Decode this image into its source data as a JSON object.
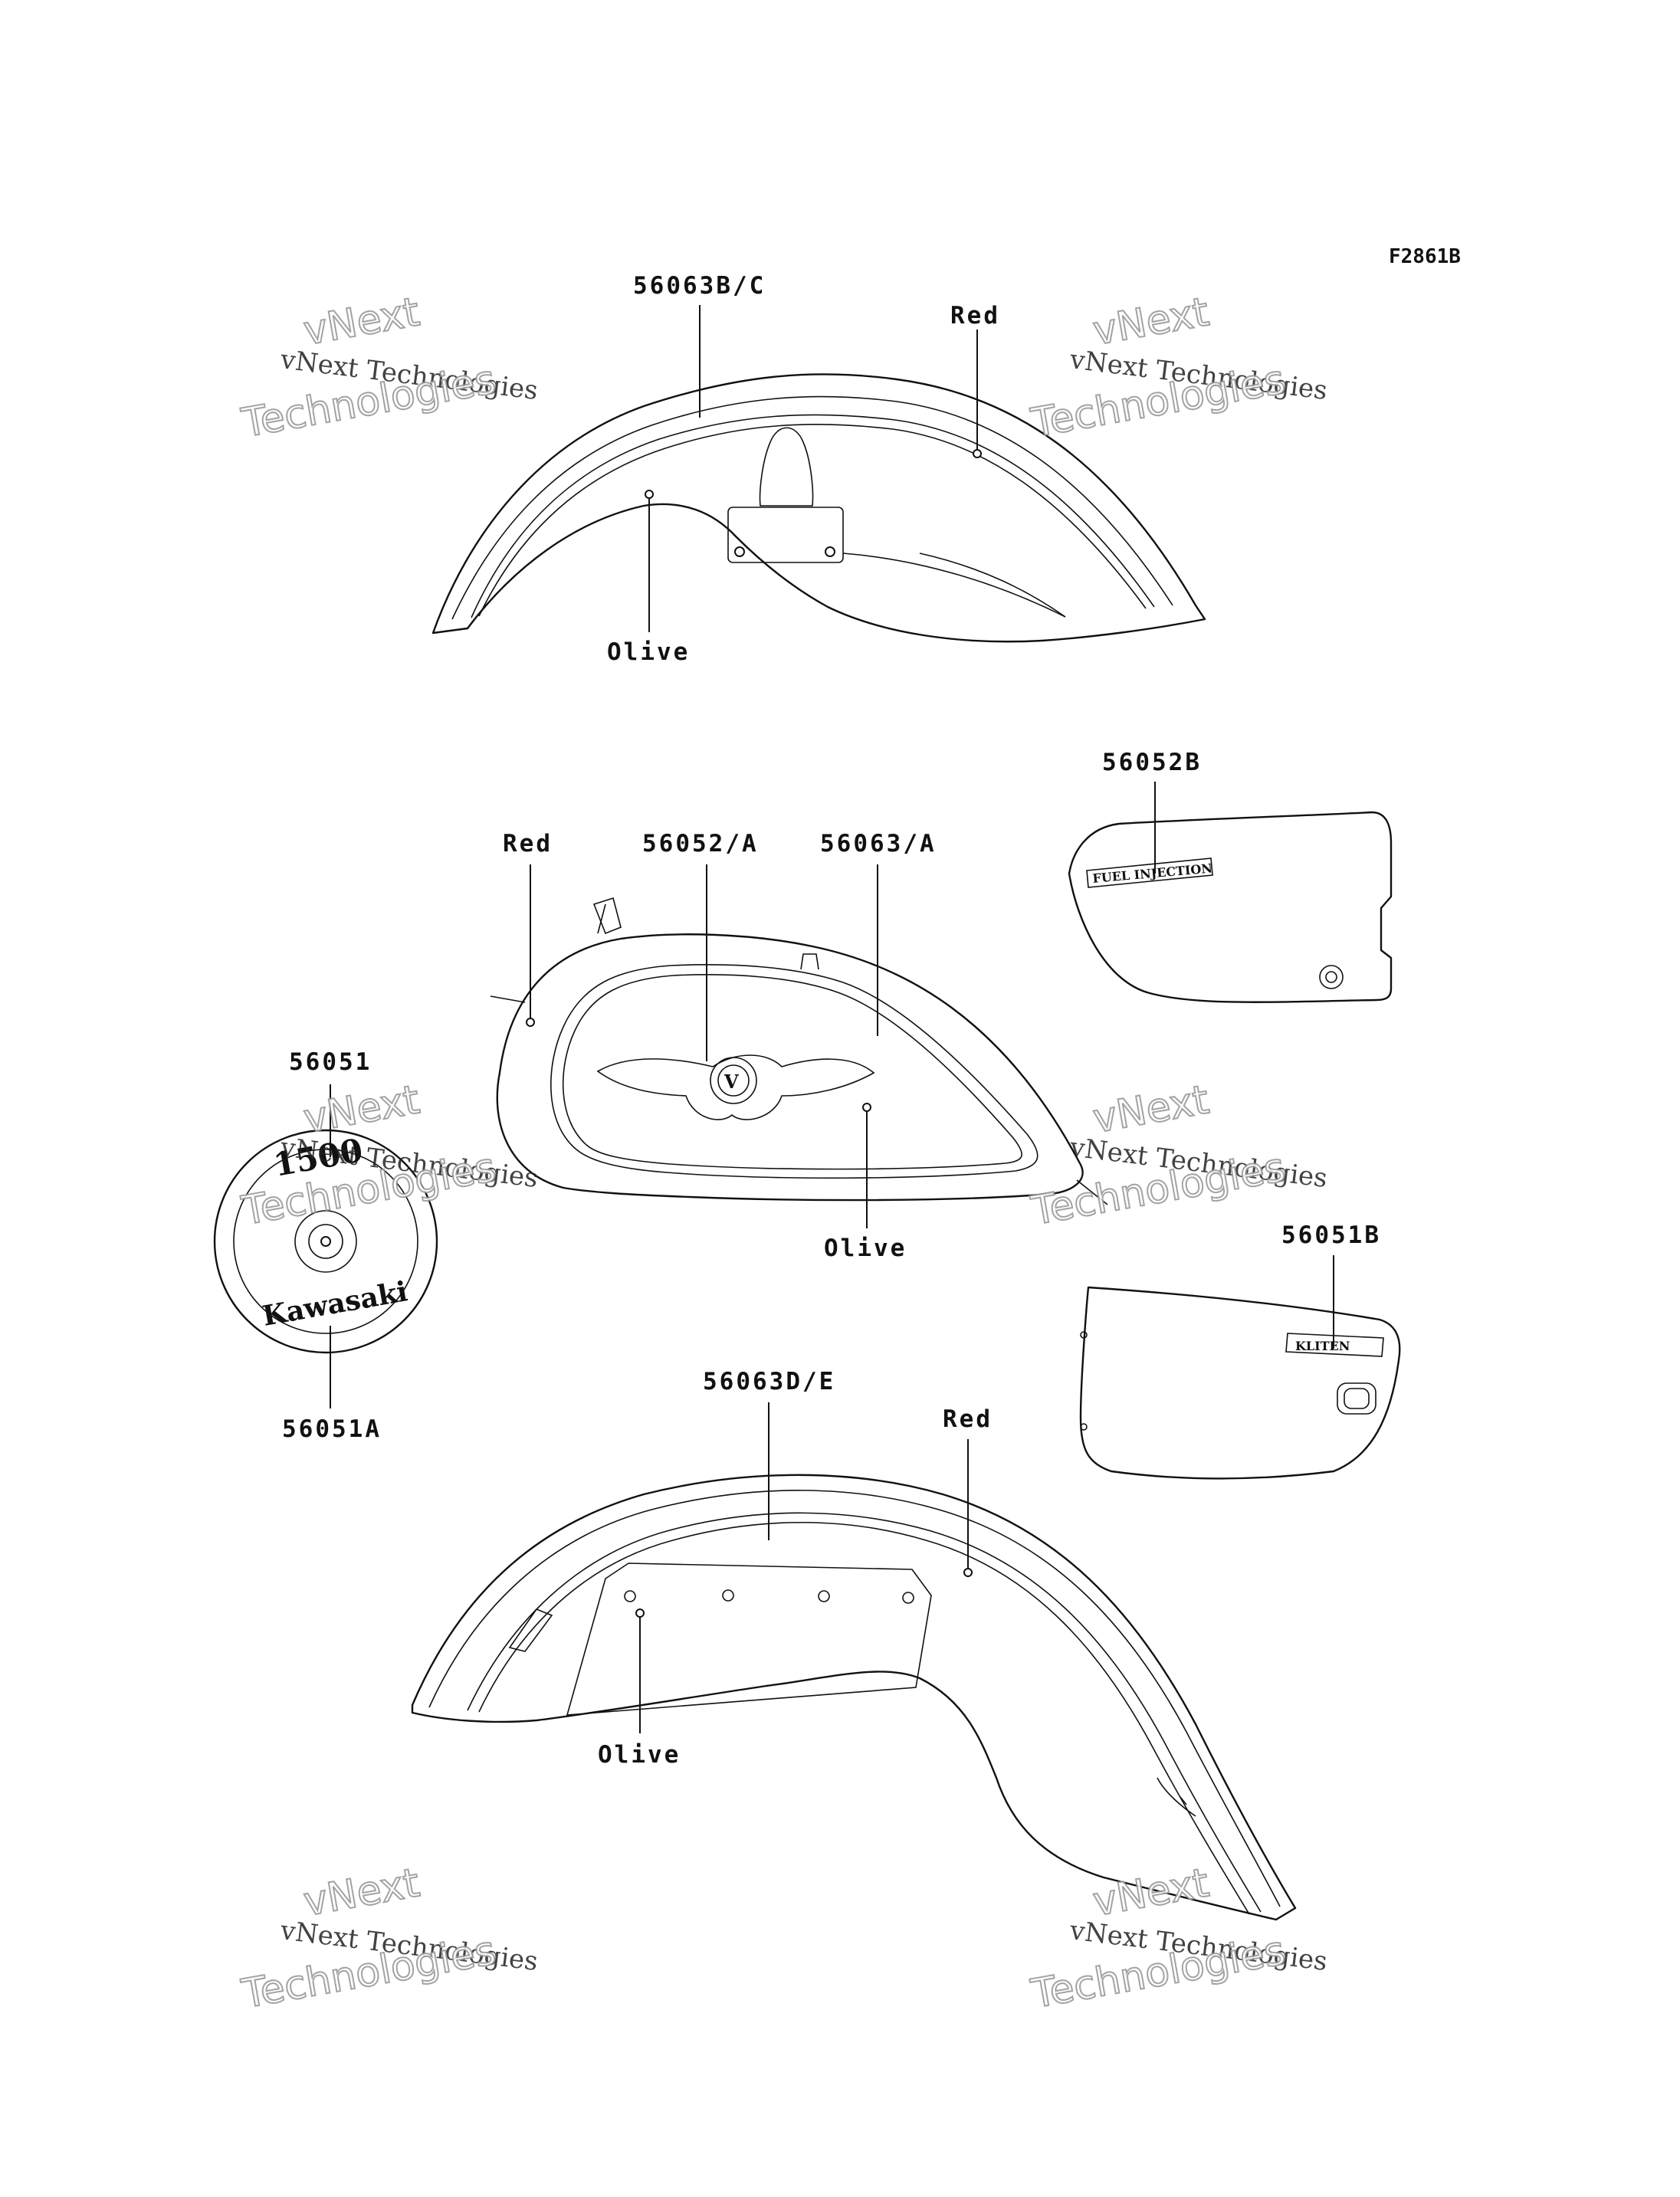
{
  "figure_code": "F2861B",
  "labels": {
    "front_fender_trim": "56063B/C",
    "front_fender_red": "Red",
    "front_fender_olive": "Olive",
    "tank_red": "Red",
    "tank_emblem": "56052/A",
    "tank_trim": "56063/A",
    "tank_olive": "Olive",
    "side_cover_right": "56052B",
    "air_cleaner_top": "56051",
    "air_cleaner_bottom": "56051A",
    "side_cover_left": "56051B",
    "rear_fender_trim": "56063D/E",
    "rear_fender_red": "Red",
    "rear_fender_olive": "Olive"
  },
  "decals": {
    "fuel_injection": "FUEL INJECTION",
    "side_badge": "KLITEN",
    "displacement": "1500",
    "brand": "Kawasaki"
  },
  "watermark": {
    "line_a": "vNext Technologies",
    "line_b": "vNext",
    "line_c": "Technologies"
  }
}
